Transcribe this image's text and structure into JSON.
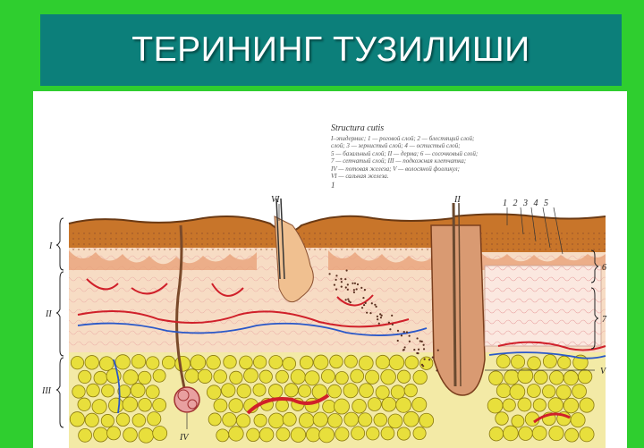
{
  "slide": {
    "title": "ТЕРИНИНГ ТУЗИЛИШИ"
  },
  "figure": {
    "caption_title": "Structura cutis",
    "caption_lines": [
      "I–эпидермис; 1 — роговой слой; 2 — блестящий слой;",
      "слой; 3 — зернистый слой; 4 — остистый слой;",
      "5 — базальный слой; II — дерма; 6 — сосочковый слой;",
      "7 — сетчатый слой; III — подкожная клетчатка;",
      "IV — потовая железа; V — волосяной фолликул;",
      "VI — сальная железа."
    ],
    "caption_number": "1",
    "labels": {
      "left_I": "I",
      "left_II": "II",
      "left_III": "III",
      "top_VI": "VI",
      "top_II": "II",
      "top_layers": "1 2 3 4 5",
      "right_6": "6",
      "right_7": "7",
      "right_V": "V",
      "bottom_IV": "IV"
    },
    "colors": {
      "epidermis": "#c8752a",
      "dermis": "#f7dcc4",
      "papillary": "#e8a27a",
      "fat": "#e8df3c",
      "vessel_red": "#d0202a",
      "vessel_blue": "#2a58c8"
    }
  }
}
